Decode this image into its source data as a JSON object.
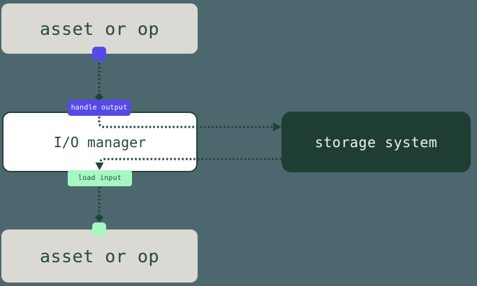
{
  "nodes": {
    "asset_top": {
      "label": "asset or op"
    },
    "io_manager": {
      "label": "I/O manager"
    },
    "storage": {
      "label": "storage system"
    },
    "asset_bottom": {
      "label": "asset or op"
    }
  },
  "badges": {
    "handle_output": {
      "label": "handle output"
    },
    "load_input": {
      "label": "load input"
    }
  },
  "edges": [
    {
      "from": "asset_top",
      "to": "handle_output",
      "style": "dotted"
    },
    {
      "from": "handle_output",
      "to": "storage",
      "style": "dotted-arrow"
    },
    {
      "from": "storage",
      "to": "load_input",
      "style": "dotted-arrow"
    },
    {
      "from": "load_input",
      "to": "asset_bottom",
      "style": "dotted"
    }
  ],
  "colors": {
    "bg": "#4d676e",
    "node_gray": "#dbd9d4",
    "node_dark": "#1e3e33",
    "ink": "#25493c",
    "purple": "#5649e7",
    "mint": "#a9f6c5",
    "line": "#1f4339",
    "border": "#23423a",
    "storage_fg": "#eef0ed",
    "badge_fg": "#ffffff"
  }
}
